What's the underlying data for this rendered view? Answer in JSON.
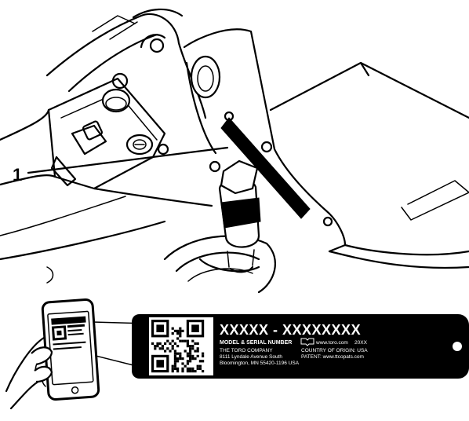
{
  "callout": {
    "number": "1"
  },
  "label": {
    "model_serial_placeholder": "XXXXX - XXXXXXXX",
    "model_serial_caption": "MODEL & SERIAL NUMBER",
    "company_name": "THE TORO COMPANY",
    "address_line1": "8111 Lyndale Avenue South",
    "address_line2": "Bloomington, MN 55420-1196 USA",
    "website": "www.toro.com",
    "year": "20XX",
    "country_of_origin": "COUNTRY OF ORIGIN: USA",
    "patent": "PATENT:  www.ttcopats.com",
    "book_icon": "manual-book-icon",
    "qr_icon": "qr-code-icon"
  },
  "colors": {
    "ink": "#000000",
    "paper": "#ffffff",
    "label_background": "#000000",
    "label_text": "#ffffff"
  }
}
